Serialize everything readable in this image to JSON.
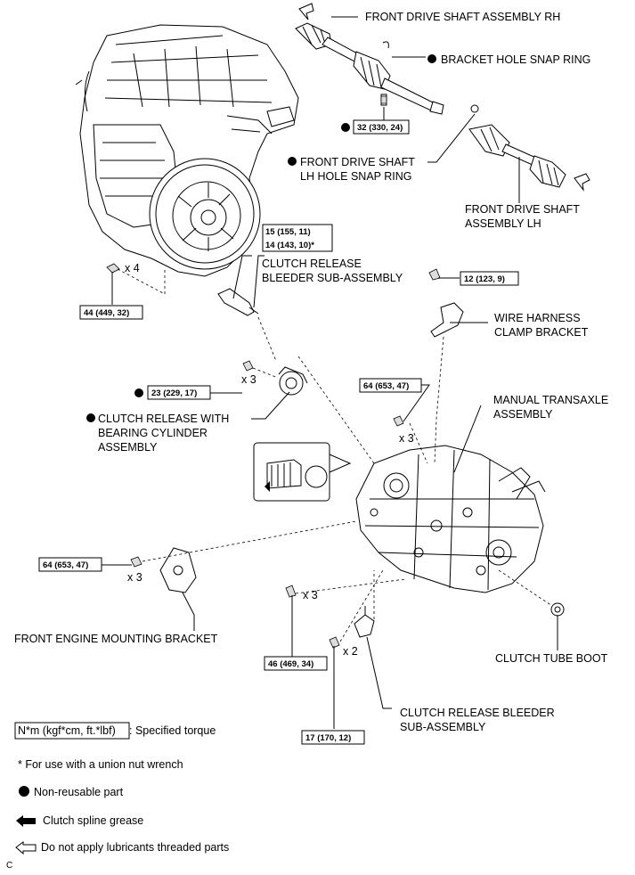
{
  "labels": {
    "front_drive_shaft_rh": "FRONT DRIVE SHAFT ASSEMBLY RH",
    "bracket_hole_snap_ring": "BRACKET HOLE SNAP RING",
    "front_drive_shaft_lh_hole_snap_ring_1": "FRONT DRIVE SHAFT",
    "front_drive_shaft_lh_hole_snap_ring_2": "LH HOLE SNAP RING",
    "front_drive_shaft_lh_1": "FRONT DRIVE SHAFT",
    "front_drive_shaft_lh_2": "ASSEMBLY LH",
    "clutch_release_bleeder_top_1": "CLUTCH RELEASE",
    "clutch_release_bleeder_top_2": "BLEEDER SUB-ASSEMBLY",
    "wire_harness_1": "WIRE HARNESS",
    "wire_harness_2": "CLAMP BRACKET",
    "manual_transaxle_1": "MANUAL TRANSAXLE",
    "manual_transaxle_2": "ASSEMBLY",
    "clutch_release_cylinder_1": "CLUTCH RELEASE WITH",
    "clutch_release_cylinder_2": "BEARING CYLINDER",
    "clutch_release_cylinder_3": "ASSEMBLY",
    "front_engine_mounting_bracket": "FRONT ENGINE MOUNTING BRACKET",
    "clutch_tube_boot": "CLUTCH TUBE BOOT",
    "clutch_release_bleeder_bottom_1": "CLUTCH RELEASE BLEEDER",
    "clutch_release_bleeder_bottom_2": "SUB-ASSEMBLY"
  },
  "torques": {
    "t32": "32 (330, 24)",
    "t15": "15 (155, 11)",
    "t14": "14 (143, 10)*",
    "t12": "12 (123, 9)",
    "t44": "44 (449, 32)",
    "t23": "23 (229, 17)",
    "t64a": "64 (653, 47)",
    "t64b": "64 (653, 47)",
    "t46": "46 (469, 34)",
    "t17": "17 (170, 12)"
  },
  "counts": {
    "x4": "x 4",
    "x3_a": "x 3",
    "x3_b": "x 3",
    "x3_c": "x 3",
    "x3_d": "x 3",
    "x2": "x 2"
  },
  "legend": {
    "torque_box": "N*m (kgf*cm, ft.*lbf)",
    "torque_desc": ": Specified torque",
    "union_nut": "* For use with a union nut wrench",
    "non_reusable": "Non-reusable part",
    "spline_grease": "Clutch spline grease",
    "no_lubricants": "Do not apply lubricants threaded parts"
  },
  "corner_letter": "C"
}
